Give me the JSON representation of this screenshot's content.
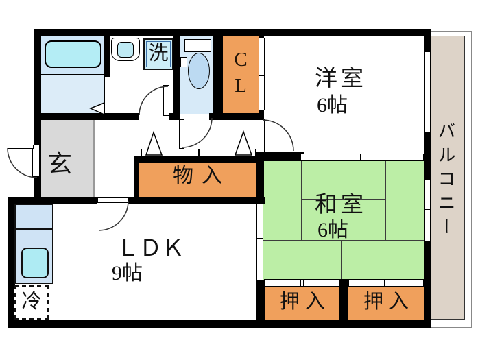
{
  "floorplan": {
    "balcony_label": "バルコニー",
    "western_room": {
      "name": "洋室",
      "size": "6帖"
    },
    "japanese_room": {
      "name": "和室",
      "size": "6帖"
    },
    "ldk": {
      "name": "ＬＤＫ",
      "size": "9帖"
    },
    "entrance_label": "玄",
    "storage_label": "物入",
    "closet": {
      "line1": "C",
      "line2": "L"
    },
    "oshiire_left_label": "押入",
    "oshiire_right_label": "押入",
    "fridge_label": "冷",
    "laundry_label": "洗",
    "colors": {
      "wall": "#000000",
      "tatami_green": "#bceea6",
      "closet_orange": "#f0a05c",
      "entrance_gray": "#d9d9d9",
      "balcony_beige": "#ddd3c8",
      "bathtub_cyan": "#b4edf5",
      "bath_upper_blue": "#cfe6f7",
      "bath_lower_blue": "#dcecf8",
      "toilet_floor_blue": "#d7eaf8",
      "kitchen_blue": "#cfe3f5",
      "sink_cyan": "#aeebf3",
      "toilet_bowl_blue": "#bcdaf2"
    }
  }
}
